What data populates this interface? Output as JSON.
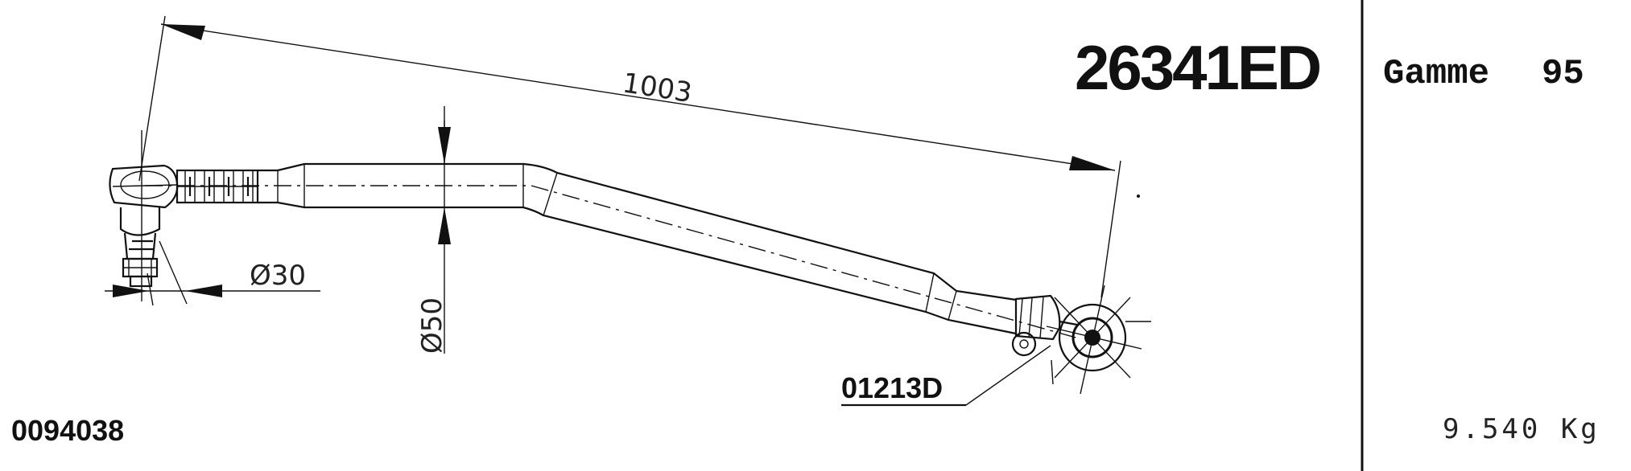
{
  "header": {
    "part_number": "26341ED",
    "range_word": "Gamme",
    "range_number": "95"
  },
  "footer": {
    "article_code": "0094038",
    "weight": "9.540 Kg"
  },
  "drawing": {
    "overall_length": "1003",
    "ball_pin_diameter": "Ø30",
    "tube_diameter": "Ø50",
    "end_part_reference": "01213D"
  }
}
